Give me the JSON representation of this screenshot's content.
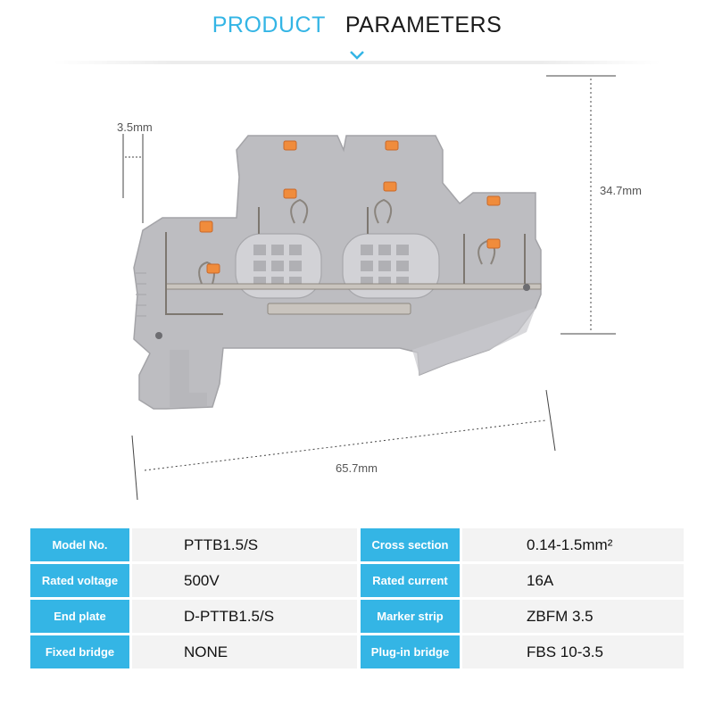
{
  "header": {
    "word1": "PRODUCT",
    "word2": "PARAMETERS"
  },
  "dimensions": {
    "pitch": "3.5mm",
    "height": "34.7mm",
    "length": "65.7mm"
  },
  "colors": {
    "accent": "#34b5e5",
    "housing": "#b9b9bd",
    "lever": "#f08c3c"
  },
  "specs": [
    {
      "label1": "Model No.",
      "value1": "PTTB1.5/S",
      "label2": "Cross section",
      "value2": "0.14-1.5mm²"
    },
    {
      "label1": "Rated voltage",
      "value1": "500V",
      "label2": "Rated current",
      "value2": "16A"
    },
    {
      "label1": "End plate",
      "value1": "D-PTTB1.5/S",
      "label2": "Marker strip",
      "value2": "ZBFM 3.5"
    },
    {
      "label1": "Fixed bridge",
      "value1": "NONE",
      "label2": "Plug-in bridge",
      "value2": "FBS 10-3.5"
    }
  ]
}
